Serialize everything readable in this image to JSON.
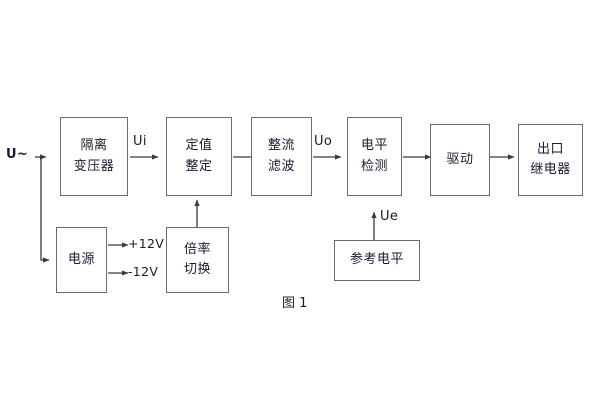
{
  "figure": {
    "caption": "图 1",
    "input_label": "U~",
    "blocks": [
      {
        "id": "isolation-transformer",
        "lines": [
          "隔离",
          "变压器"
        ]
      },
      {
        "id": "setting-value",
        "lines": [
          "定值",
          "整定"
        ]
      },
      {
        "id": "rectifier-filter",
        "lines": [
          "整流",
          "滤波"
        ]
      },
      {
        "id": "level-detection",
        "lines": [
          "电平",
          "检测"
        ]
      },
      {
        "id": "driver",
        "lines": [
          "驱动"
        ]
      },
      {
        "id": "output-relay",
        "lines": [
          "出口",
          "继电器"
        ]
      },
      {
        "id": "power-supply",
        "lines": [
          "电源"
        ]
      },
      {
        "id": "multiplier-switch",
        "lines": [
          "倍率",
          "切换"
        ]
      },
      {
        "id": "reference-level",
        "lines": [
          "参考电平"
        ]
      }
    ],
    "signals": [
      {
        "id": "ui",
        "label": "Ui"
      },
      {
        "id": "uo",
        "label": "Uo"
      },
      {
        "id": "ue",
        "label": "Ue"
      }
    ],
    "rails": [
      {
        "id": "positive-rail",
        "label": "+12V"
      },
      {
        "id": "negative-rail",
        "label": "-12V"
      }
    ],
    "colors": {
      "stroke": "#6b6b6b",
      "wire": "#3a3a3a",
      "text": "#1a1a2e",
      "background": "#ffffff"
    }
  }
}
